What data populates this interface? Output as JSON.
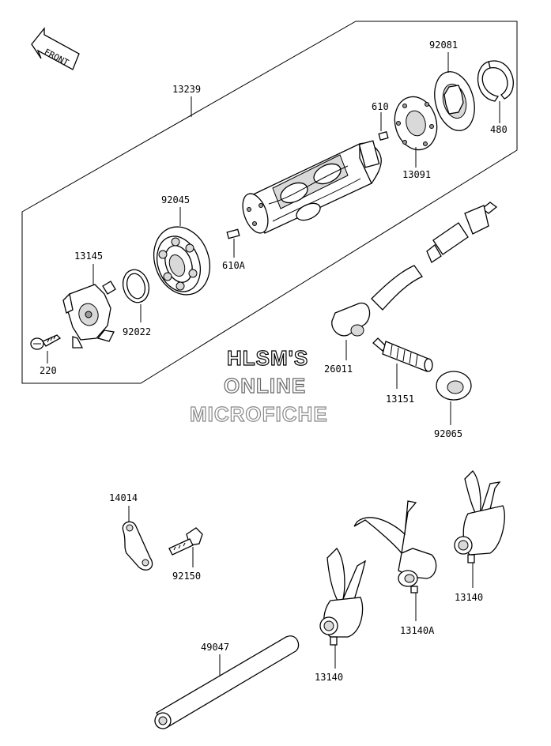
{
  "front_label": "FRONT",
  "watermark": {
    "line1": "HLSM'S",
    "line2": "ONLINE",
    "line3": "MICROFICHE"
  },
  "parts": {
    "p13239": "13239",
    "p92081": "92081",
    "p610": "610",
    "p480": "480",
    "p13091": "13091",
    "p92045": "92045",
    "p610a": "610A",
    "p13145": "13145",
    "p92022": "92022",
    "p220": "220",
    "p26011": "26011",
    "p13151": "13151",
    "p92065": "92065",
    "p14014": "14014",
    "p92150": "92150",
    "p13140a": "13140A",
    "p13140_right": "13140",
    "p13140_left": "13140",
    "p49047": "49047"
  }
}
